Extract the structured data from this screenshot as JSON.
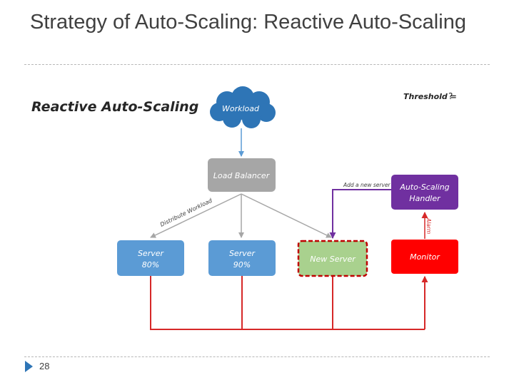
{
  "slide": {
    "title": "Strategy of Auto-Scaling: Reactive Auto-Scaling",
    "page_number": "28"
  },
  "diagram": {
    "heading": "Reactive Auto-Scaling",
    "threshold_label": "Threshold =",
    "threshold_value": "?",
    "nodes": {
      "workload": {
        "label": "Workload",
        "color": "#2E75B6"
      },
      "load_balancer": {
        "label": "Load Balancer",
        "color": "#A6A6A6"
      },
      "server_1": {
        "line1": "Server",
        "line2": "80%",
        "color": "#5B9BD5"
      },
      "server_2": {
        "line1": "Server",
        "line2": "90%",
        "color": "#5B9BD5"
      },
      "new_server": {
        "label": "New Server",
        "color": "#A9D18E",
        "border_color": "#C00000"
      },
      "auto_scaling_handler": {
        "line1": "Auto-Scaling",
        "line2": "Handler",
        "color": "#7030A0"
      },
      "monitor": {
        "label": "Monitor",
        "color": "#FF0000"
      }
    },
    "edges": {
      "distribute_workload": "Distribute Workload",
      "add_new_server": "Add a new server",
      "alarm": "Alarm"
    },
    "colors": {
      "connector_gray": "#A6A6A6",
      "workload_arrow": "#5B9BD5",
      "feedback_red": "#D62828",
      "control_purple": "#7030A0"
    }
  }
}
